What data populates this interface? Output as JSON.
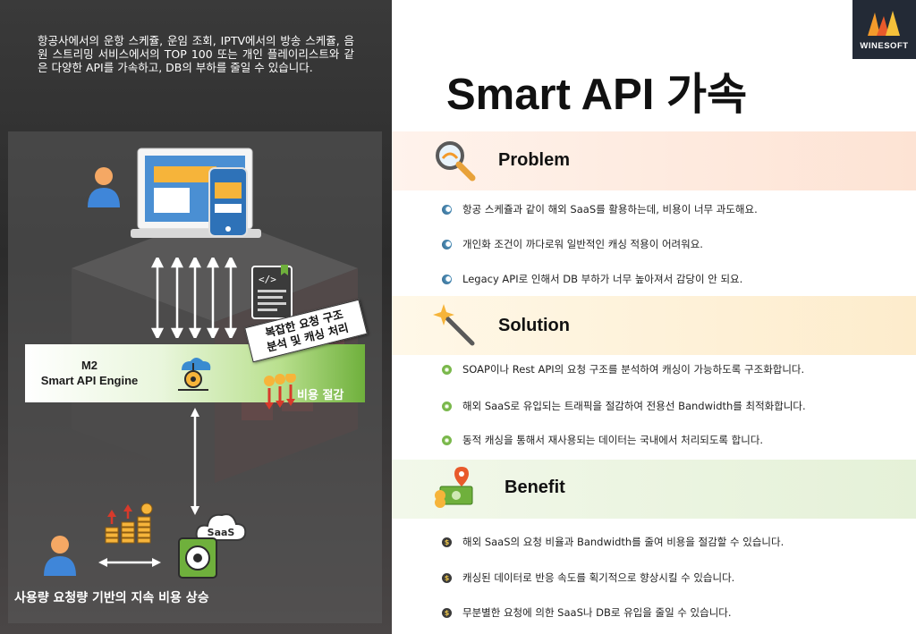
{
  "intro_text": "항공사에서의 운항 스케쥴, 운임 조회, IPTV에서의 방송 스케쥴, 음원 스트리밍 서비스에서의 TOP 100 또는 개인 플레이리스트와 같은 다양한 API를 가속하고, DB의 부하를 줄일 수 있습니다.",
  "diagram": {
    "engine_line1": "M2",
    "engine_line2": "Smart API Engine",
    "request_line1": "복잡한 요청 구조",
    "request_line2": "분석 및 캐싱 처리",
    "cost_saving_label": "비용 절감",
    "saas_label": "SaaS",
    "bottom_label": "사용량 요청량 기반의 지속 비용 상승"
  },
  "logo": {
    "text": "WINESOFT"
  },
  "title": "Smart API 가속",
  "sections": {
    "problem": {
      "title": "Problem",
      "items": [
        "항공 스케쥴과 같이 해외 SaaS를 활용하는데, 비용이 너무 과도해요.",
        "개인화 조건이 까다로워 일반적인 캐싱 적용이 어려워요.",
        "Legacy API로 인해서 DB 부하가 너무 높아져서 감당이 안 되요."
      ]
    },
    "solution": {
      "title": "Solution",
      "items": [
        "SOAP이나 Rest API의 요청 구조를 분석하여 캐싱이 가능하도록 구조화합니다.",
        "해외 SaaS로 유입되는 트래픽을 절감하여 전용선 Bandwidth를 최적화합니다.",
        "동적 캐싱을 통해서 재사용되는 데이터는 국내에서 처리되도록 합니다."
      ]
    },
    "benefit": {
      "title": "Benefit",
      "items": [
        "해외 SaaS의 요청 비율과 Bandwidth를 줄여 비용을 절감할 수 있습니다.",
        "캐싱된 데이터로 반응 속도를 획기적으로 향상시킬 수 있습니다.",
        "무분별한 요청에 의한 SaaS나 DB로 유입을 줄일 수 있습니다."
      ]
    }
  },
  "colors": {
    "green": "#7ab84c",
    "dark": "#232a36",
    "orange": "#f39a2b"
  },
  "icons": [
    "user-icon",
    "laptop-icon",
    "tablet-icon",
    "code-document-icon",
    "cloud-gear-icon",
    "coin-stack-icon",
    "saas-cloud-icon",
    "server-disk-icon",
    "magnifier-icon",
    "magic-wand-icon",
    "money-pin-icon",
    "dollar-icon"
  ]
}
